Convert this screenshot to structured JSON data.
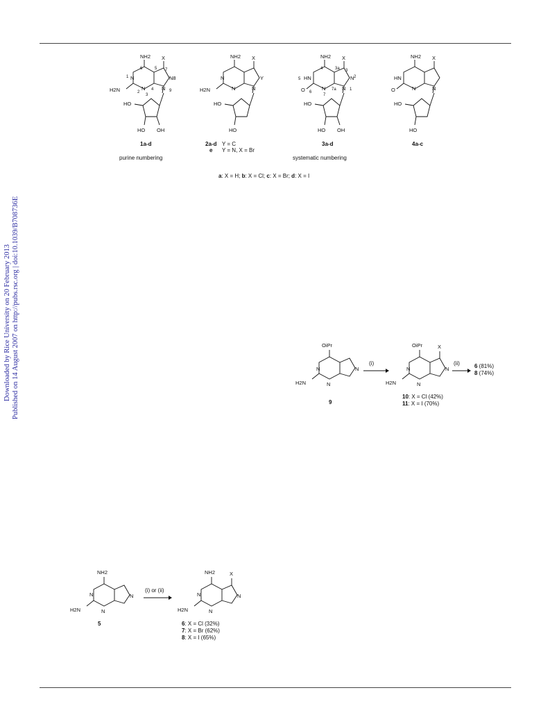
{
  "sidebar": {
    "line1": "Downloaded by Rice University on 20 February 2013",
    "line2": "Published on 14 August 2007 on http://pubs.rsc.org | doi:10.1039/B708736E"
  },
  "figure1": {
    "compounds": [
      {
        "label": "1a-d",
        "caption": "purine numbering"
      },
      {
        "label": "2a-d",
        "note1": "Y = C",
        "note2_label": "e",
        "note2": "Y = N, X = Br"
      },
      {
        "label": "3a-d",
        "caption": "systematic numbering"
      },
      {
        "label": "4a-c"
      }
    ],
    "atoms": {
      "nh2": "NH2",
      "x": "X",
      "h2n": "H2N",
      "ho": "HO",
      "oh": "OH",
      "o": "O",
      "n": "N",
      "hn": "HN",
      "y": "Y",
      "n8": "N8"
    },
    "numbering_purine": [
      "1",
      "2",
      "3",
      "4",
      "5",
      "6",
      "7",
      "9"
    ],
    "numbering_systematic": [
      "1",
      "2",
      "3",
      "3a",
      "4",
      "5",
      "6",
      "7",
      "7a"
    ],
    "legend": [
      {
        "key": "a",
        "text": ": X = H; "
      },
      {
        "key": "b",
        "text": ": X = Cl; "
      },
      {
        "key": "c",
        "text": ": X = Br; "
      },
      {
        "key": "d",
        "text": ": X = I"
      }
    ]
  },
  "scheme2": {
    "start_label": "9",
    "substituent": "OiPr",
    "step1": "(i)",
    "step2": "(ii)",
    "products": [
      {
        "label": "10",
        "text": ": X = Cl (42%)"
      },
      {
        "label": "11",
        "text": ": X = I  (70%)"
      }
    ],
    "final": [
      {
        "label": "6",
        "text": " (81%)"
      },
      {
        "label": "8",
        "text": " (74%)"
      }
    ]
  },
  "scheme1": {
    "start_label": "5",
    "reagents": "(i) or (ii)",
    "products": [
      {
        "label": "6",
        "text": ":  X = Cl (32%)"
      },
      {
        "label": "7",
        "text": ":  X = Br (62%)"
      },
      {
        "label": "8",
        "text": ":  X = I  (65%)"
      }
    ]
  }
}
